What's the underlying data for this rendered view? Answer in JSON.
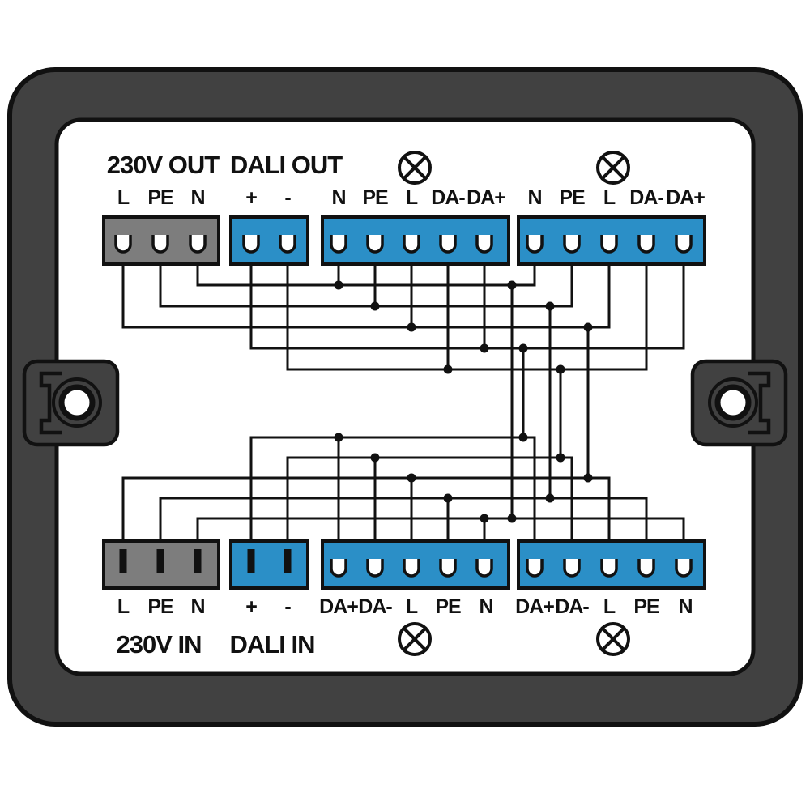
{
  "colors": {
    "frame_gray": "#414141",
    "block_gray": "#7d7d7d",
    "block_blue": "#2b8fc7",
    "line_black": "#111111",
    "background": "#ffffff"
  },
  "top_row": {
    "power_block_title": "230V OUT",
    "dali_block_title": "DALI OUT",
    "terminals": [
      "L",
      "PE",
      "N",
      "+",
      "-",
      "N",
      "PE",
      "L",
      "DA-",
      "DA+",
      "N",
      "PE",
      "L",
      "DA-",
      "DA+"
    ]
  },
  "bottom_row": {
    "power_block_title": "230V IN",
    "dali_block_title": "DALI IN",
    "terminals": [
      "L",
      "PE",
      "N",
      "+",
      "-",
      "DA+",
      "DA-",
      "L",
      "PE",
      "N",
      "DA+",
      "DA-",
      "L",
      "PE",
      "N"
    ]
  },
  "icons": {
    "lamp": "circle-with-diagonal-cross"
  }
}
